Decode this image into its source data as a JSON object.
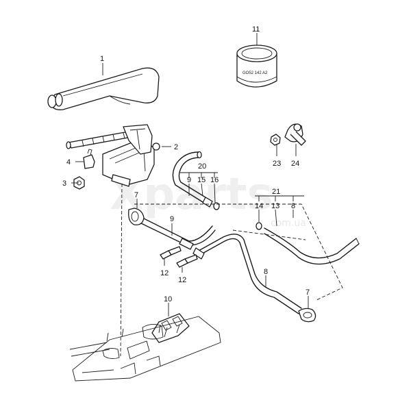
{
  "watermark": {
    "text": "Xparts",
    "subtext": "com.ua"
  },
  "part_stamp": "GO52 142 A2",
  "callouts": {
    "c1": "1",
    "c2": "2",
    "c3": "3",
    "c4": "4",
    "c7a": "7",
    "c7b": "7",
    "c8a": "8",
    "c8b": "8",
    "c9a": "9",
    "c9b": "9",
    "c10": "10",
    "c11": "11",
    "c12a": "12",
    "c12b": "12",
    "c13": "13",
    "c14": "14",
    "c15": "15",
    "c16": "16",
    "c20": "20",
    "c21": "21",
    "c23": "23",
    "c24": "24"
  }
}
